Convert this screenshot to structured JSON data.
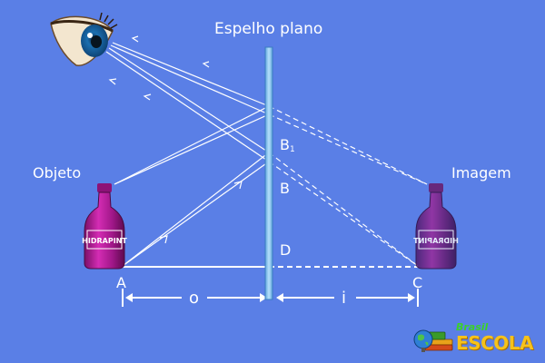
{
  "diagram": {
    "mirror_label": "Espelho plano",
    "object_label": "Objeto",
    "image_label": "Imagem",
    "point_a": "A",
    "point_c": "C",
    "point_b": "B",
    "point_b1": "B",
    "point_b1_subscript": "1",
    "point_d": "D",
    "object_distance": "o",
    "image_distance": "i",
    "bottle_label": "HIDRAPINT",
    "colors": {
      "background": "#5a7fe6",
      "rays": "#ffffff",
      "mirror": "#8ec8f2",
      "bottle": "#c01aa0",
      "eye_iris": "#1b6fb0"
    }
  },
  "logo": {
    "brand_top": "Brasil",
    "brand_main": "ESCOLA",
    "icon": "globe-books-icon"
  }
}
